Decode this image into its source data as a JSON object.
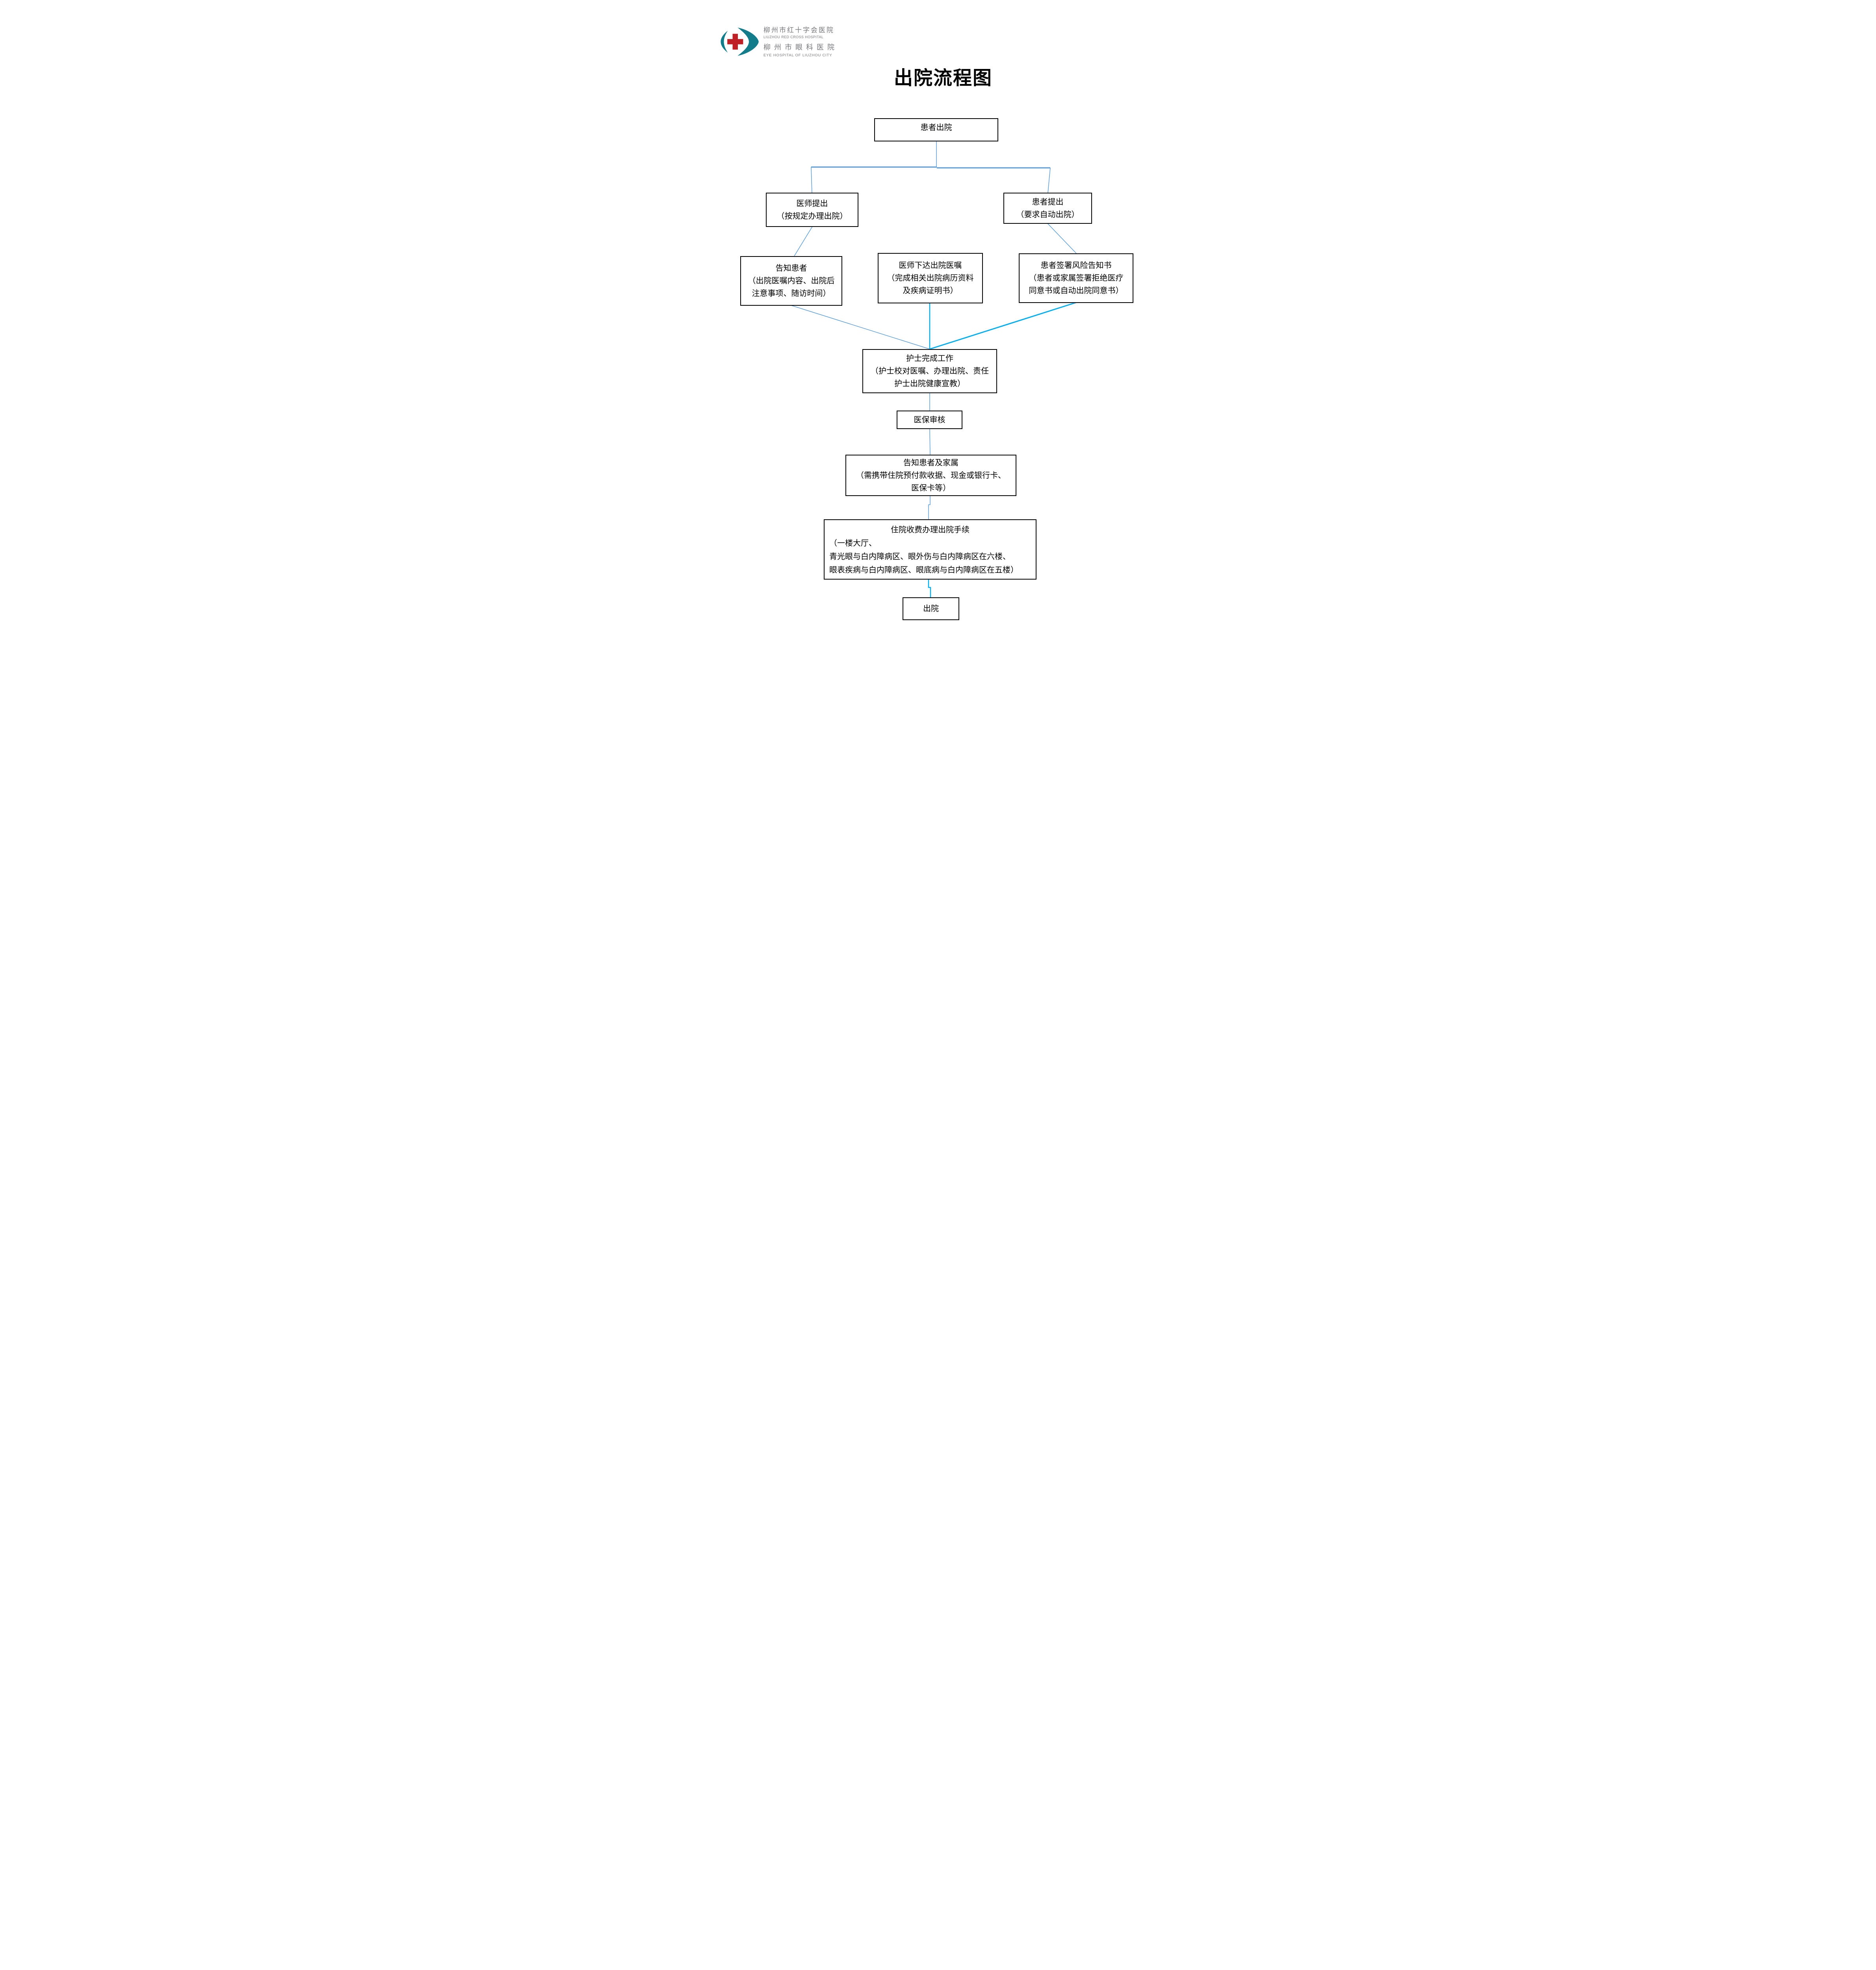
{
  "title": "出院流程图",
  "colors": {
    "teal": "#127C8A",
    "red": "#BE2026",
    "gray": "#77787B",
    "steel": "#5B9BD5",
    "cyan": "#00AEEF",
    "box_border": "#000000"
  },
  "logo": {
    "cn_line1": "柳州市红十字会医院",
    "en_line1": "LIUZHOU RED CROSS HOSPITAL",
    "cn_line2": "柳州市眼科医院",
    "en_line2": "EYE HOSPITAL OF LIUZHOU CITY"
  },
  "nodes": {
    "patient_discharge": {
      "lines": [
        "患者出院"
      ]
    },
    "doctor_proposes": {
      "lines": [
        "医师提出",
        "（按规定办理出院）"
      ]
    },
    "patient_proposes": {
      "lines": [
        "患者提出",
        "（要求自动出院）"
      ]
    },
    "inform_patient": {
      "lines": [
        "告知患者",
        "（出院医嘱内容、出院后",
        "注意事项、随访时间）"
      ]
    },
    "doctor_orders": {
      "lines": [
        "医师下达出院医嘱",
        "（完成相关出院病历资料",
        "及疾病证明书）"
      ]
    },
    "risk_notice": {
      "lines": [
        "患者签署风险告知书",
        "（患者或家属签署拒绝医疗",
        "同意书或自动出院同意书）"
      ]
    },
    "nurse_work": {
      "lines": [
        "护士完成工作",
        "（护士校对医嘱、办理出院、责任",
        "护士出院健康宣教）"
      ]
    },
    "insurance_review": {
      "lines": [
        "医保审核"
      ]
    },
    "inform_family": {
      "lines": [
        "告知患者及家属",
        "（需携带住院预付款收据、现金或银行卡、",
        "医保卡等）"
      ]
    },
    "billing": {
      "lines": [
        "住院收费办理出院手续",
        "（一楼大厅、",
        "青光眼与白内障病区、眼外伤与白内障病区在六楼、",
        "眼表疾病与白内障病区、眼底病与白内障病区在五楼）"
      ]
    },
    "discharge": {
      "lines": [
        "出院"
      ]
    }
  }
}
